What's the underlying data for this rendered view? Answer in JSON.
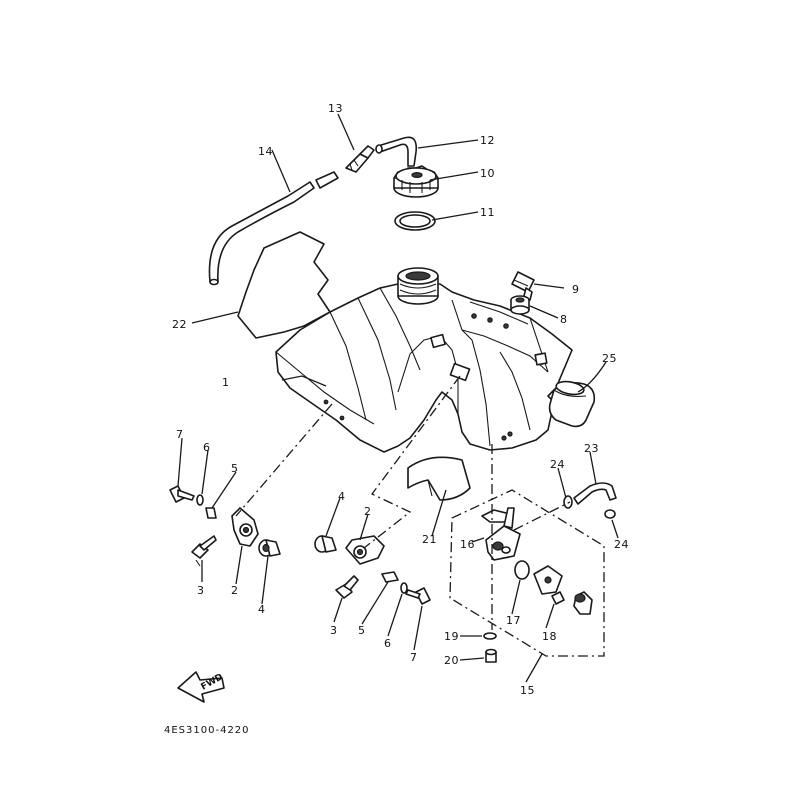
{
  "diagram": {
    "drawing_code": "4ES3100-4220",
    "direction_tag": "FWD",
    "callouts": [
      {
        "id": "c1",
        "label": "1"
      },
      {
        "id": "c22",
        "label": "22"
      },
      {
        "id": "c14",
        "label": "14"
      },
      {
        "id": "c13",
        "label": "13"
      },
      {
        "id": "c12",
        "label": "12"
      },
      {
        "id": "c10",
        "label": "10"
      },
      {
        "id": "c11",
        "label": "11"
      },
      {
        "id": "c9",
        "label": "9"
      },
      {
        "id": "c8",
        "label": "8"
      },
      {
        "id": "c25",
        "label": "25"
      },
      {
        "id": "c7a",
        "label": "7"
      },
      {
        "id": "c6a",
        "label": "6"
      },
      {
        "id": "c5a",
        "label": "5"
      },
      {
        "id": "c3a",
        "label": "3"
      },
      {
        "id": "c2a",
        "label": "2"
      },
      {
        "id": "c4a",
        "label": "4"
      },
      {
        "id": "c4b",
        "label": "4"
      },
      {
        "id": "c2b",
        "label": "2"
      },
      {
        "id": "c3b",
        "label": "3"
      },
      {
        "id": "c5b",
        "label": "5"
      },
      {
        "id": "c6b",
        "label": "6"
      },
      {
        "id": "c7b",
        "label": "7"
      },
      {
        "id": "c21",
        "label": "21"
      },
      {
        "id": "c16",
        "label": "16"
      },
      {
        "id": "c24a",
        "label": "24"
      },
      {
        "id": "c23",
        "label": "23"
      },
      {
        "id": "c24b",
        "label": "24"
      },
      {
        "id": "c17",
        "label": "17"
      },
      {
        "id": "c18",
        "label": "18"
      },
      {
        "id": "c19",
        "label": "19"
      },
      {
        "id": "c20",
        "label": "20"
      },
      {
        "id": "c15",
        "label": "15"
      }
    ]
  }
}
